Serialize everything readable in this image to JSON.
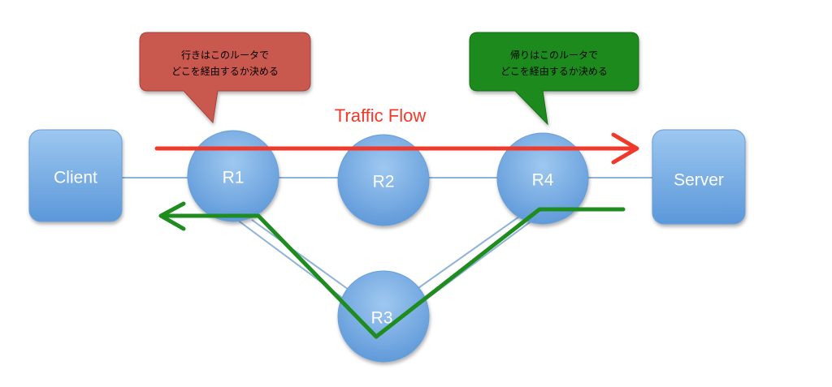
{
  "nodes": {
    "client": "Client",
    "server": "Server",
    "r1": "R1",
    "r2": "R2",
    "r3": "R3",
    "r4": "R4"
  },
  "callouts": {
    "outbound": {
      "line1": "行きはこのルータで",
      "line2": "どこを経由するか決める",
      "color": "#c9584f"
    },
    "return": {
      "line1": "帰りはこのルータで",
      "line2": "どこを経由するか決める",
      "color": "#1f8a1f"
    }
  },
  "flow": {
    "label": "Traffic Flow",
    "outbound_color": "#f0392b",
    "return_color": "#1f8c1f"
  },
  "colors": {
    "node_fill": "#6fa8e0",
    "link": "#8fb2d8"
  }
}
